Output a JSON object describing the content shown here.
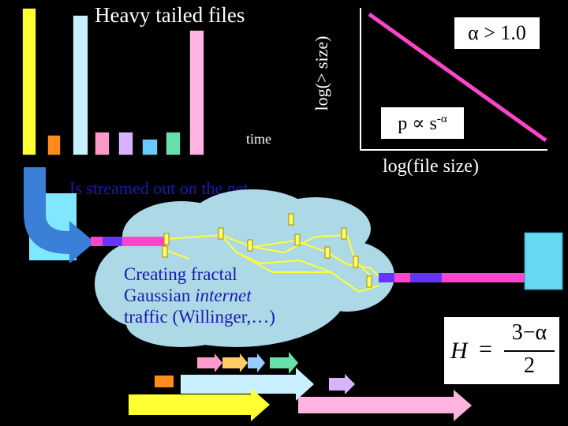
{
  "histogram": {
    "title": "Heavy tailed files",
    "time_label": "time",
    "bars": [
      {
        "color": "#ffff33",
        "size_fraction": 1.0
      },
      {
        "color": "#ff8c1a",
        "size_fraction": 0.13
      },
      {
        "color": "#c8f0ff",
        "size_fraction": 0.95
      },
      {
        "color": "#ff99cc",
        "size_fraction": 0.15
      },
      {
        "color": "#d9b3ff",
        "size_fraction": 0.15
      },
      {
        "color": "#66ccff",
        "size_fraction": 0.1
      },
      {
        "color": "#66e0aa",
        "size_fraction": 0.15
      },
      {
        "color": "#ffb3e0",
        "size_fraction": 0.85
      }
    ]
  },
  "stream_caption": "Is streamed out on the net.",
  "loglog": {
    "ylabel": "log(> size)",
    "xlabel": "log(file size)",
    "alpha_label": "α > 1.0",
    "formula_p": "p ∝ s",
    "formula_exp": "-α",
    "line_color": "#ff44cc"
  },
  "cloud": {
    "line1": "Creating fractal",
    "line2_normal": "Gaussian ",
    "line2_italic": "internet",
    "line3": "traffic (Willinger,…)"
  },
  "hurst": {
    "lhs": "H",
    "eq": "=",
    "numerator": "3−α",
    "denominator": "2"
  },
  "colors": {
    "background": "#000000",
    "cloud": "#add8e6",
    "text_blue": "#1a1ab0",
    "dest_box": "#66d9f0"
  }
}
